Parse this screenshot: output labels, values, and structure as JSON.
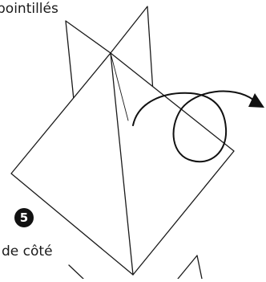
{
  "top_label": "pointillés",
  "step_number": "5",
  "side_label": "de côté",
  "colors": {
    "line": "#1a1a1a",
    "badge": "#111111",
    "background": "#ffffff"
  }
}
